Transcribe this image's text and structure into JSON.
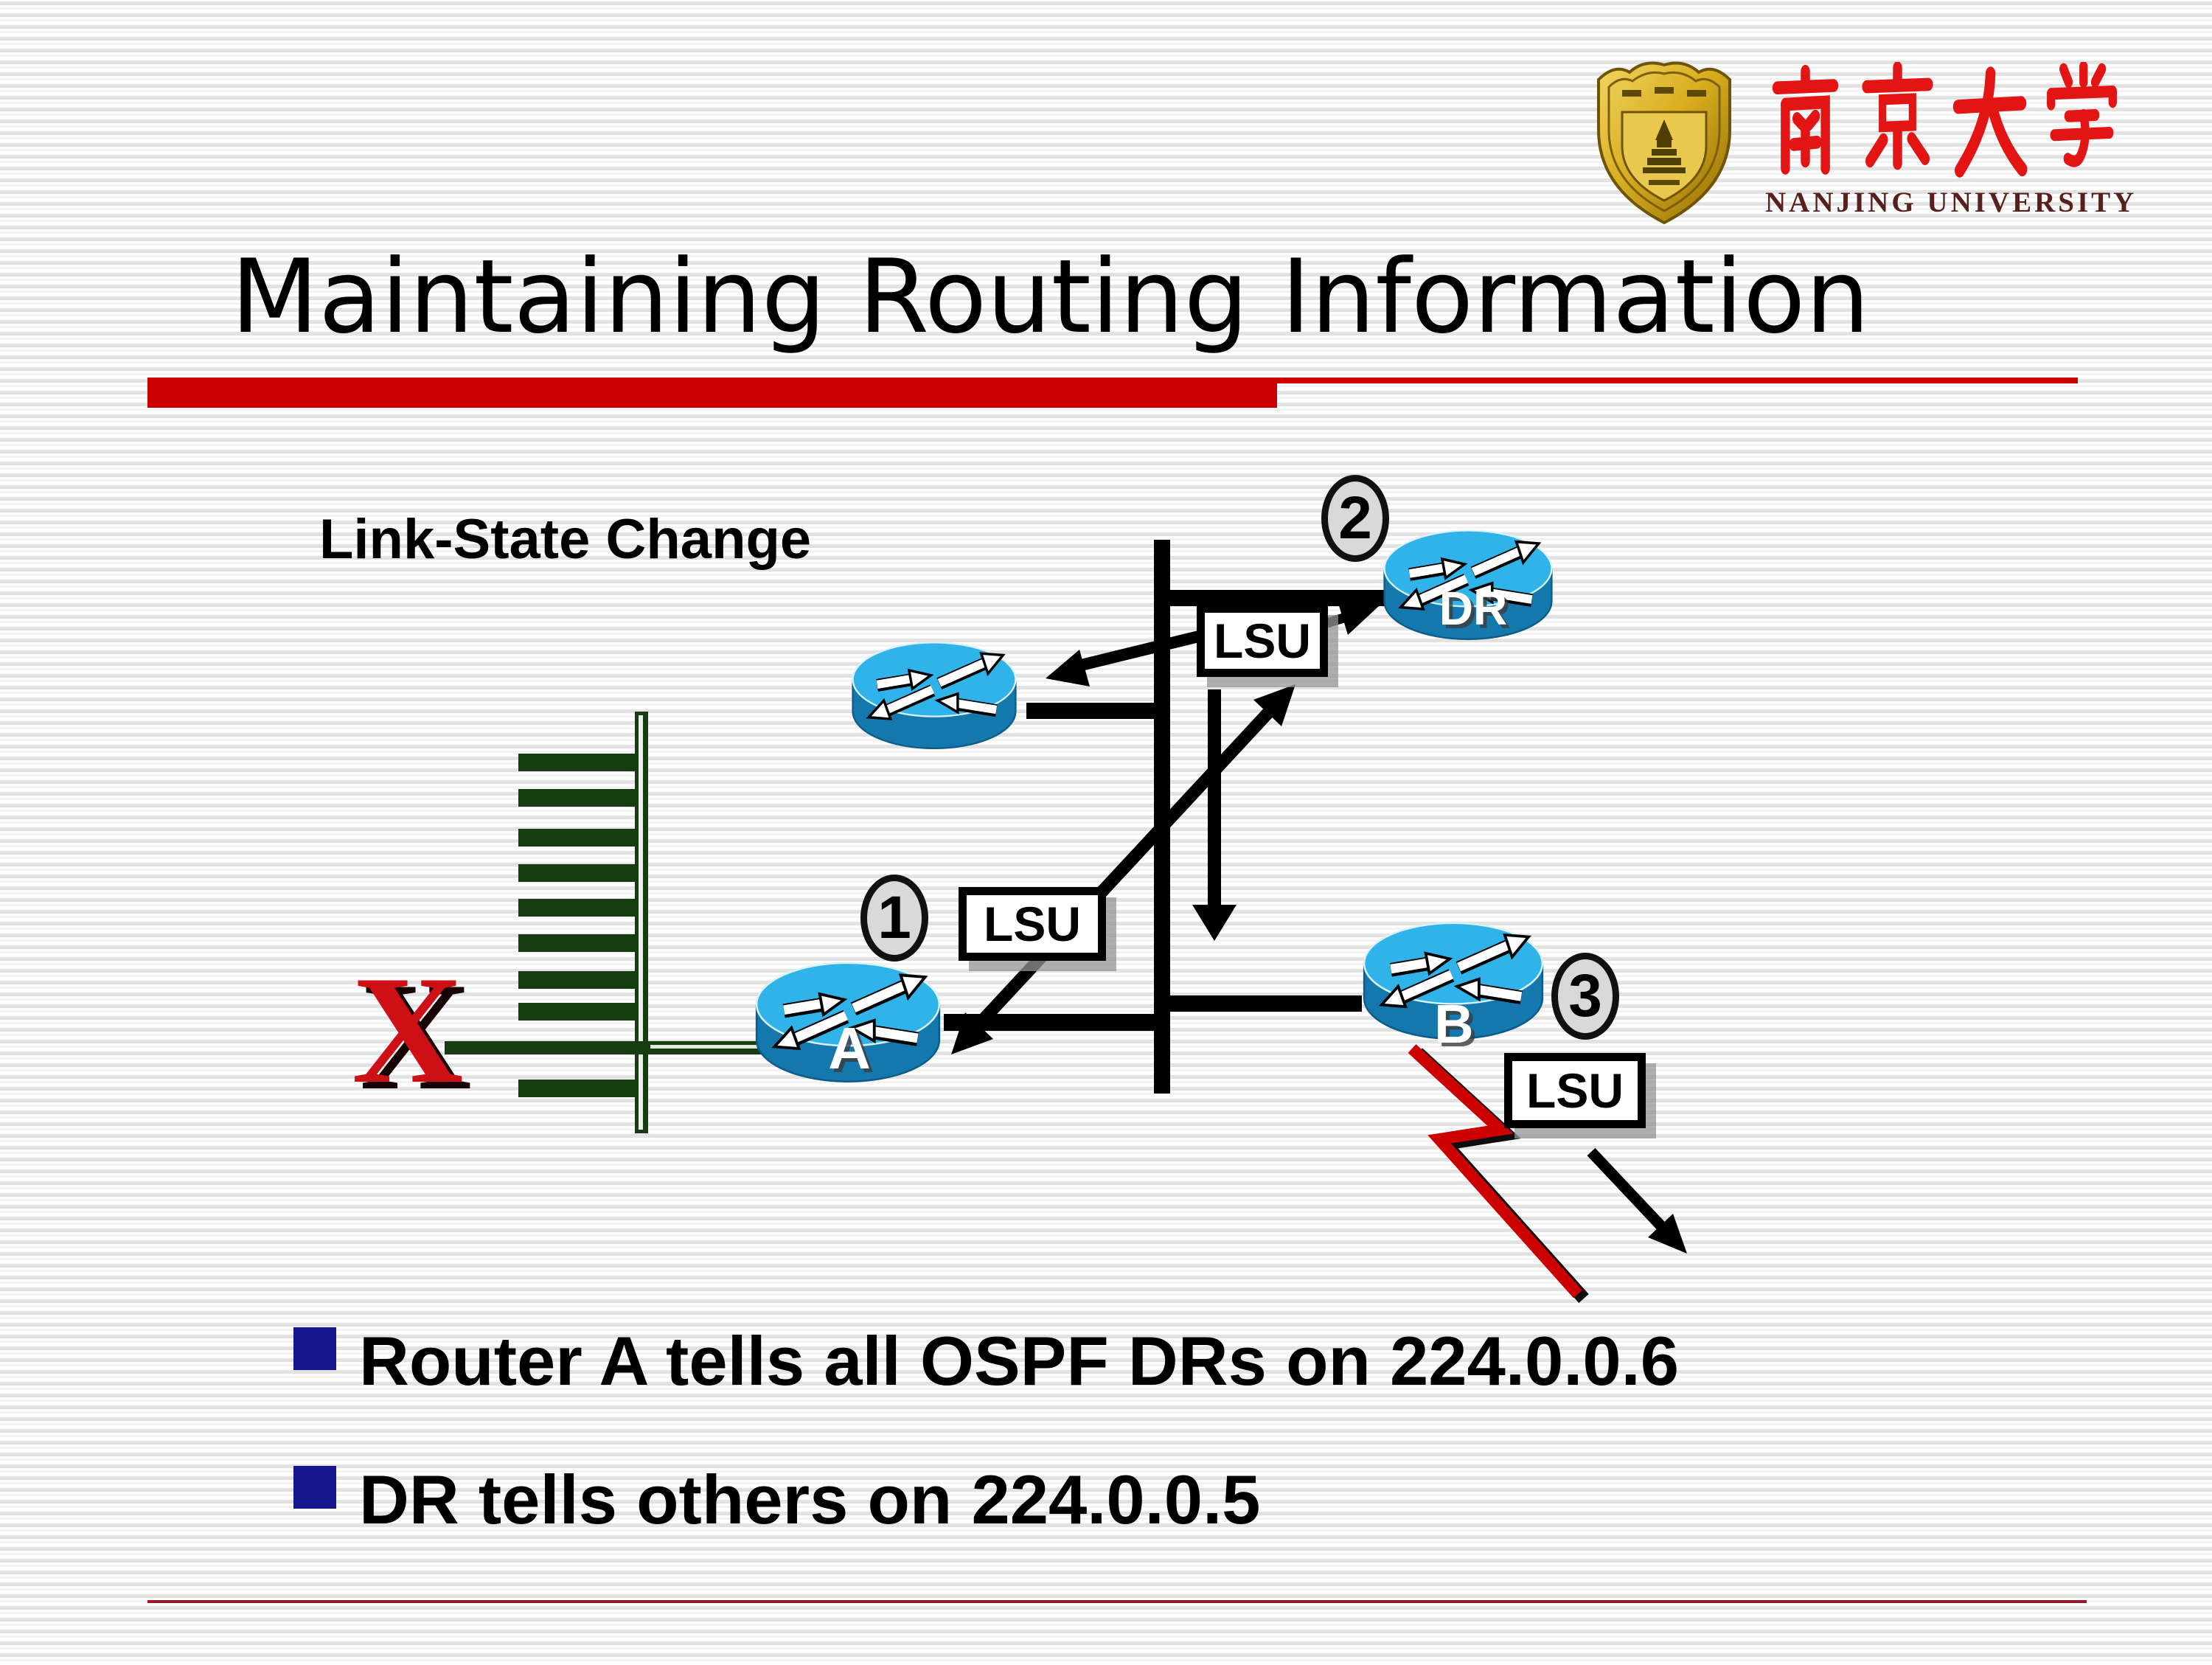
{
  "logo": {
    "chinese": "南京大学",
    "english": "NANJING UNIVERSITY"
  },
  "title": "Maintaining Routing Information",
  "diagram": {
    "label": "Link-State Change",
    "broken_link_marker": "X",
    "steps": [
      {
        "n": "1",
        "label": "LSU"
      },
      {
        "n": "2",
        "label": "LSU"
      },
      {
        "n": "3",
        "label": "LSU"
      }
    ],
    "routers": {
      "a": "A",
      "b": "B",
      "dr": "DR"
    }
  },
  "bullets": [
    "Router A tells all OSPF DRs on 224.0.0.6",
    "DR tells others on 224.0.0.5"
  ],
  "colors": {
    "accent_red": "#cc0000",
    "bullet_navy": "#16168e",
    "router_top": "#2fb3e8",
    "router_side": "#1478ad",
    "comb_green": "#173c12",
    "lightning_red": "#cc0000"
  }
}
